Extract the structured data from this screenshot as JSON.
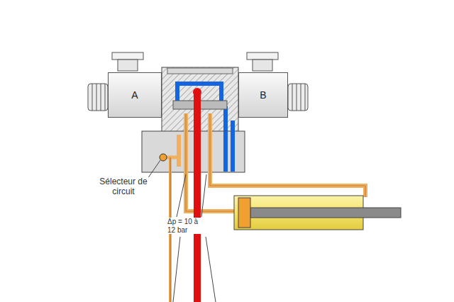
{
  "diagram": {
    "nodes": [
      {
        "text": [
          "A"
        ]
      },
      {
        "text": [
          "B"
        ]
      }
    ],
    "labels": [
      "Sélecteur de circuit",
      "Δp = 10 à 12 bar"
    ]
  }
}
